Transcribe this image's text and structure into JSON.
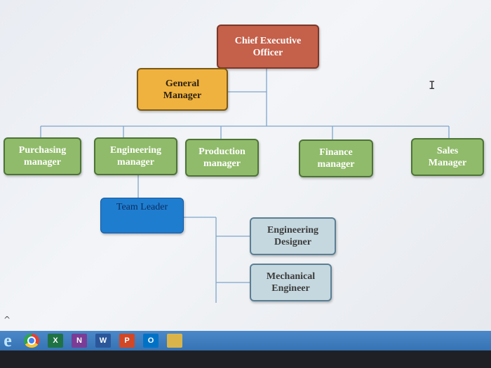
{
  "org_chart": {
    "ceo": {
      "line1": "Chief Executive",
      "line2": "Officer"
    },
    "general_manager": {
      "line1": "General",
      "line2": "Manager"
    },
    "managers": [
      {
        "line1": "Purchasing",
        "line2": "manager"
      },
      {
        "line1": "Engineering",
        "line2": "manager"
      },
      {
        "line1": "Production",
        "line2": "manager"
      },
      {
        "line1": "Finance",
        "line2": "manager"
      },
      {
        "line1": "Sales",
        "line2": "Manager"
      }
    ],
    "team_leader": "Team Leader",
    "engineers": [
      {
        "line1": "Engineering",
        "line2": "Designer"
      },
      {
        "line1": "Mechanical",
        "line2": "Engineer"
      }
    ]
  },
  "cursor_glyph": "I",
  "taskbar": {
    "show_hidden_glyph": "^",
    "icons": [
      {
        "name": "internet-explorer-icon",
        "glyph": "e"
      },
      {
        "name": "chrome-icon",
        "glyph": ""
      },
      {
        "name": "excel-icon",
        "glyph": "X"
      },
      {
        "name": "onenote-icon",
        "glyph": "N"
      },
      {
        "name": "word-icon",
        "glyph": "W"
      },
      {
        "name": "powerpoint-icon",
        "glyph": "P"
      },
      {
        "name": "outlook-icon",
        "glyph": "O"
      },
      {
        "name": "file-explorer-icon",
        "glyph": ""
      }
    ]
  },
  "colors": {
    "ceo": "#c5604a",
    "general_manager": "#f0b23e",
    "manager": "#90bb6a",
    "team_leader": "#1f7dcf",
    "engineer": "#c5d8df",
    "connector": "#7fa4cc"
  }
}
